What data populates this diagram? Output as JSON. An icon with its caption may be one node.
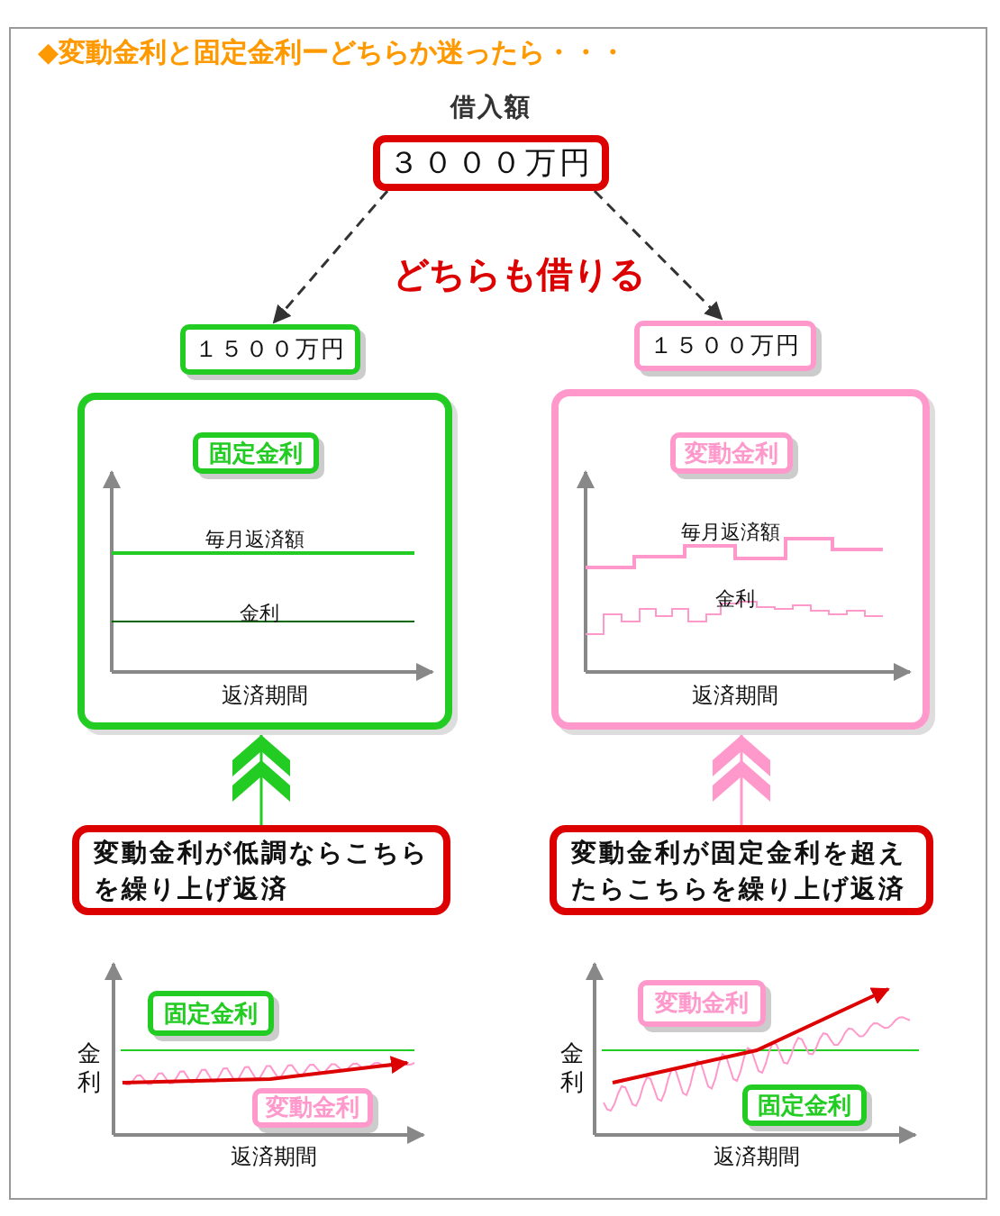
{
  "diagram": {
    "title": "◆変動金利と固定金利ーどちらか迷ったら・・・",
    "nodes": [
      {
        "text": [
          "借入額",
          "３０００万円"
        ]
      },
      {
        "text": [
          "１５００万円"
        ]
      },
      {
        "text": [
          "１５００万円"
        ]
      },
      {
        "text": [],
        "shape": "box"
      },
      {
        "text": [
          "固定金利"
        ],
        "in": 3
      },
      {
        "text": [],
        "shape": "box"
      },
      {
        "text": [
          "変動金利"
        ],
        "in": 5
      },
      {
        "text": [
          "変動金利が低調ならこちらを繰り上げ返済"
        ]
      },
      {
        "text": [
          "変動金利が固定金利を超えたらこちらを繰り上げ返済"
        ]
      },
      {
        "text": [
          "固定金利"
        ]
      },
      {
        "text": [
          "変動金利"
        ]
      },
      {
        "text": [
          "変動金利"
        ]
      },
      {
        "text": [
          "固定金利"
        ]
      }
    ],
    "edges": [
      {
        "from": 0,
        "to": 1,
        "arrow": "to",
        "style": "dashed"
      },
      {
        "from": 0,
        "to": 2,
        "arrow": "to",
        "style": "dashed"
      },
      {
        "from": 7,
        "to": 3,
        "arrow": "to",
        "color": "#22cc22"
      },
      {
        "from": 8,
        "to": 5,
        "arrow": "to",
        "color": "#ff99cc"
      }
    ],
    "labels": [
      "どちらも借りる",
      "毎月返済額",
      "金利",
      "返済期間",
      "毎月返済額",
      "金利",
      "返済期間",
      "金利",
      "返済期間",
      "金利",
      "返済期間"
    ]
  }
}
